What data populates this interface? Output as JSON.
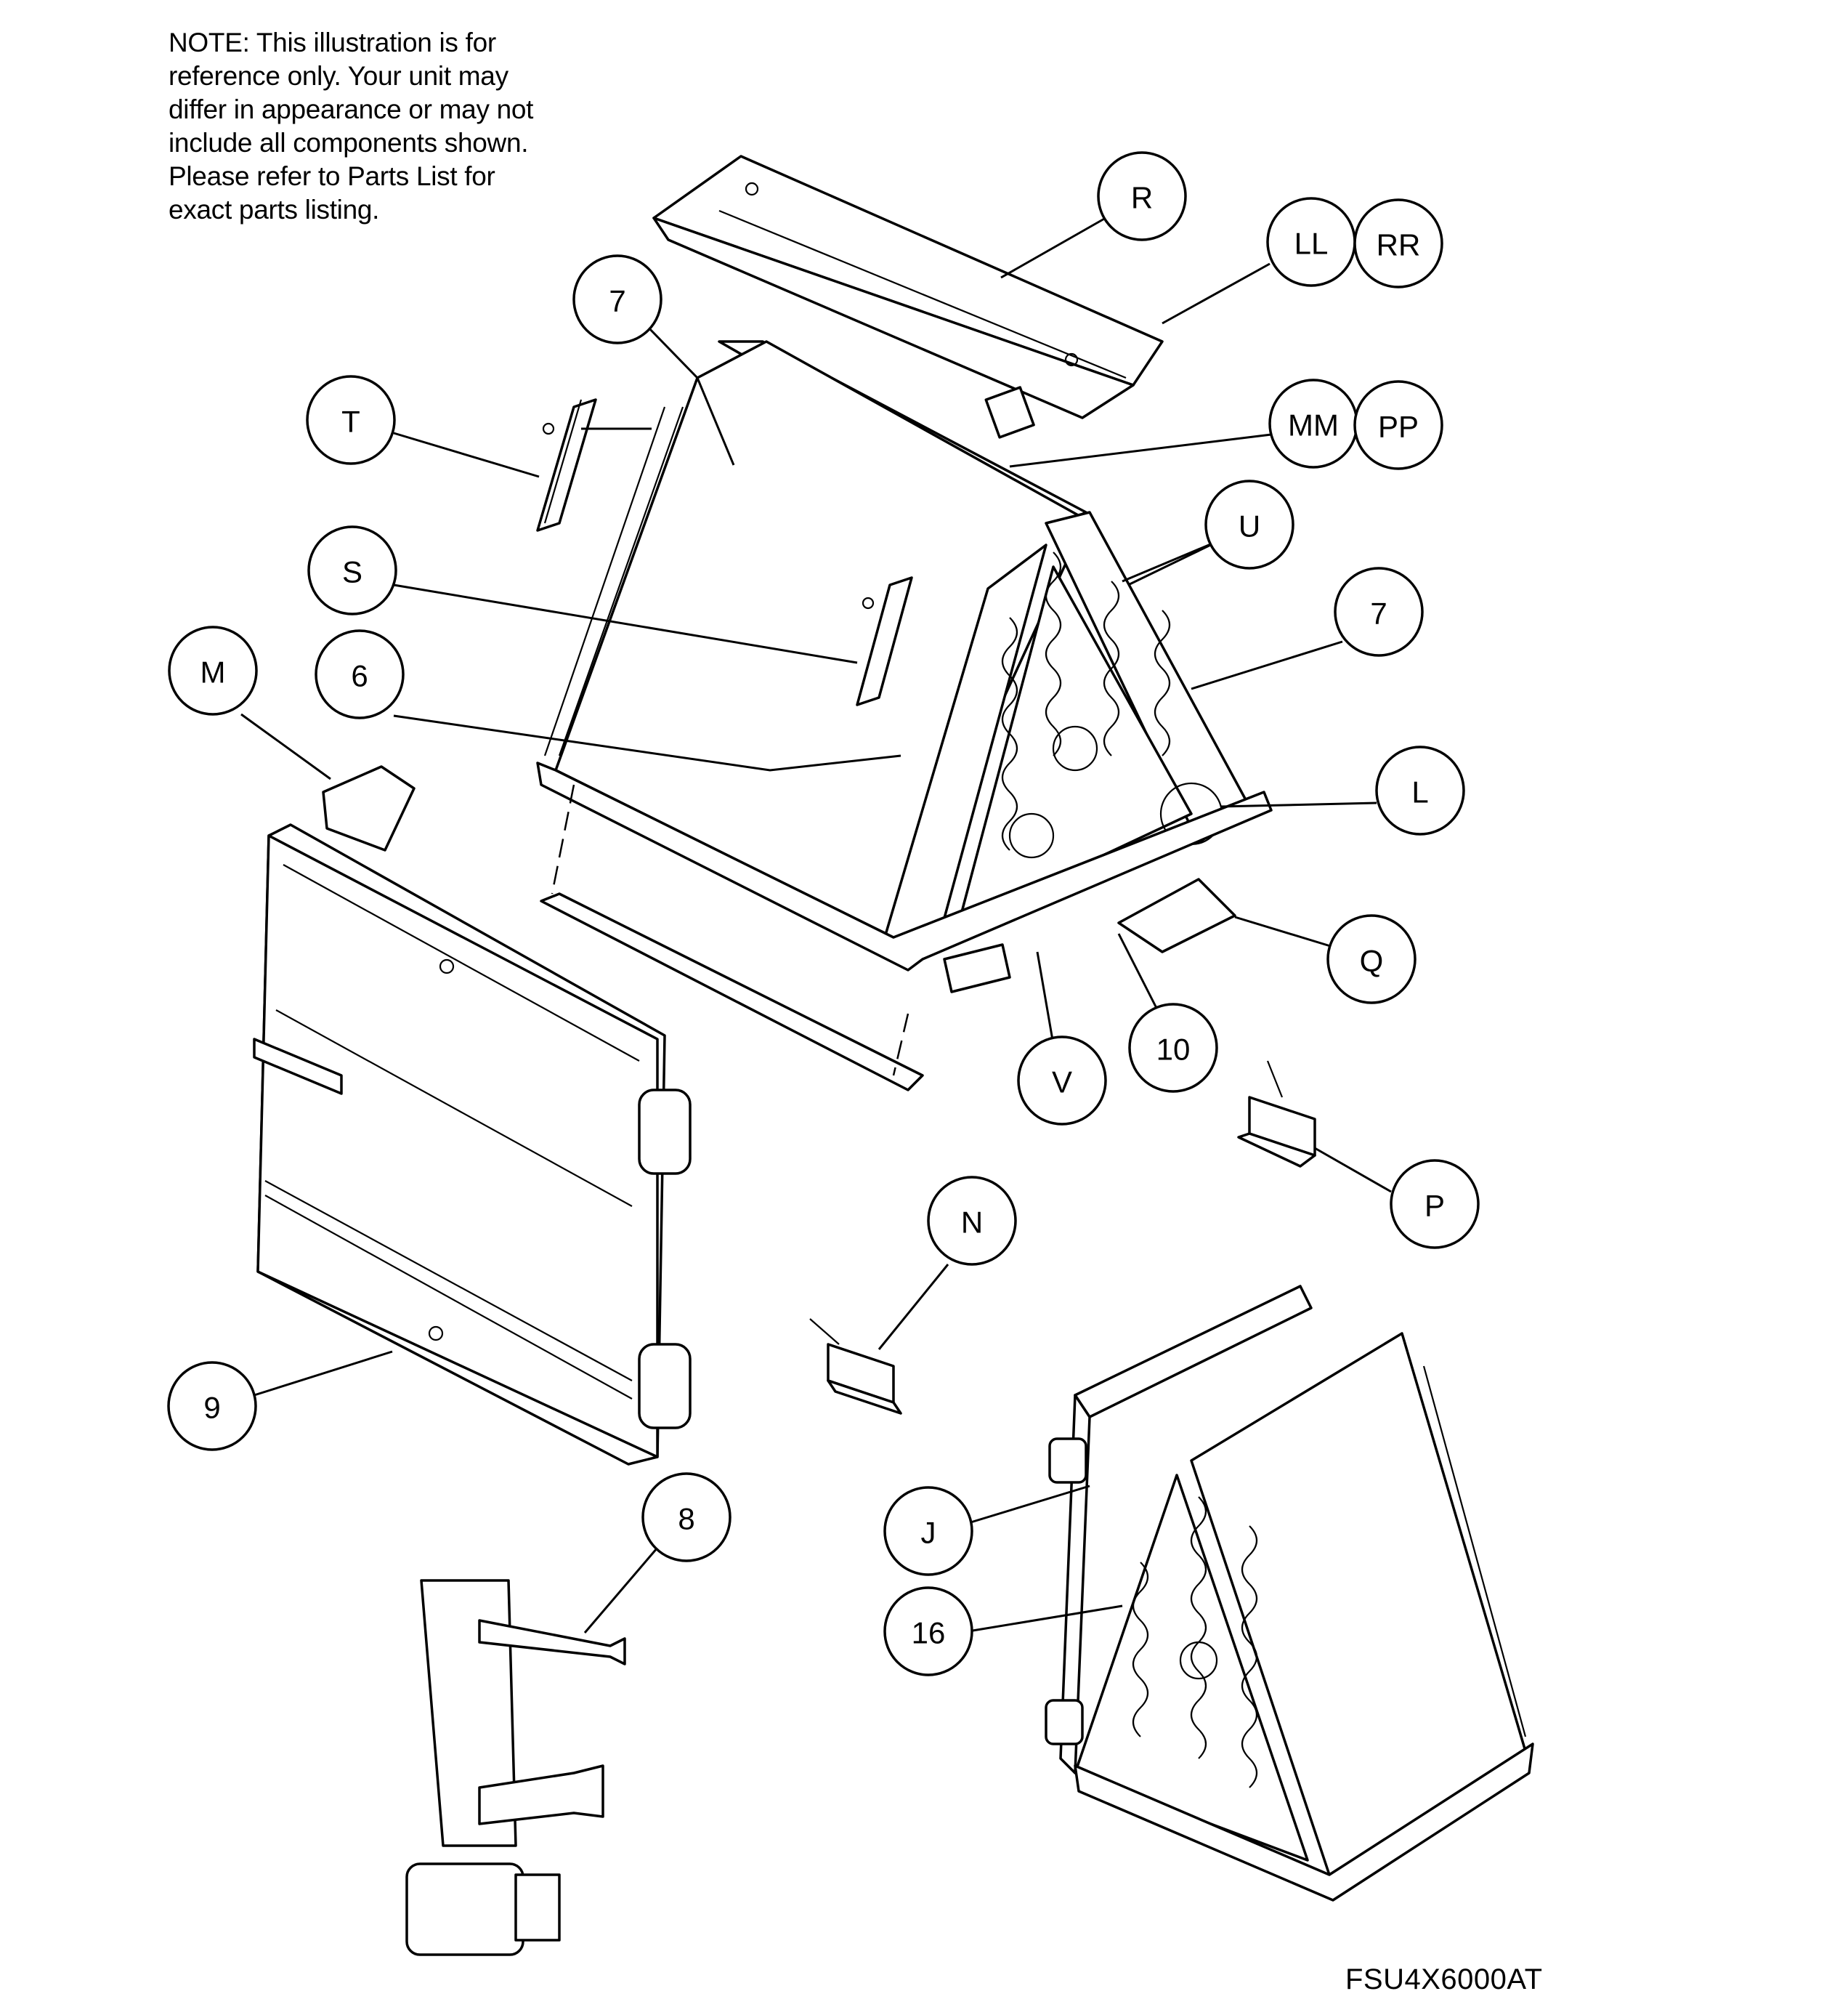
{
  "note": {
    "text": "NOTE: This illustration is for\nreference only.  Your unit may\ndiffer in appearance or may not\ninclude all components shown.\nPlease refer to Parts List for\nexact parts listing."
  },
  "model_code": "FSU4X6000AT",
  "callouts": [
    {
      "id": "R",
      "label": "R"
    },
    {
      "id": "LL",
      "label": "LL"
    },
    {
      "id": "RR",
      "label": "RR"
    },
    {
      "id": "7a",
      "label": "7"
    },
    {
      "id": "T",
      "label": "T"
    },
    {
      "id": "MM",
      "label": "MM"
    },
    {
      "id": "PP",
      "label": "PP"
    },
    {
      "id": "U",
      "label": "U"
    },
    {
      "id": "S",
      "label": "S"
    },
    {
      "id": "7b",
      "label": "7"
    },
    {
      "id": "M",
      "label": "M"
    },
    {
      "id": "6",
      "label": "6"
    },
    {
      "id": "L",
      "label": "L"
    },
    {
      "id": "Q",
      "label": "Q"
    },
    {
      "id": "10",
      "label": "10"
    },
    {
      "id": "V",
      "label": "V"
    },
    {
      "id": "P",
      "label": "P"
    },
    {
      "id": "N",
      "label": "N"
    },
    {
      "id": "9",
      "label": "9"
    },
    {
      "id": "8",
      "label": "8"
    },
    {
      "id": "J",
      "label": "J"
    },
    {
      "id": "16",
      "label": "16"
    }
  ]
}
